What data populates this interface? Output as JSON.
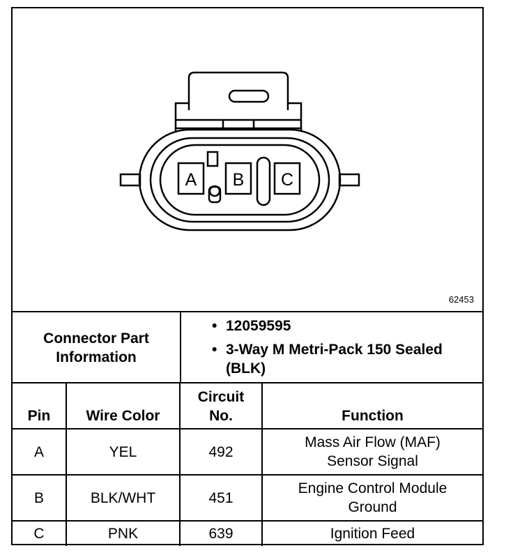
{
  "figure_number": "62453",
  "connector_pins": [
    "A",
    "B",
    "C"
  ],
  "connector_info": {
    "label_line1": "Connector Part",
    "label_line2": "Information",
    "items": [
      "12059595",
      "3-Way M Metri-Pack 150 Sealed (BLK)"
    ]
  },
  "table": {
    "headers": {
      "pin": "Pin",
      "wire_color": "Wire Color",
      "circuit_line1": "Circuit",
      "circuit_line2": "No.",
      "function": "Function"
    },
    "rows": [
      {
        "pin": "A",
        "wire_color": "YEL",
        "circuit": "492",
        "function_line1": "Mass Air Flow (MAF)",
        "function_line2": "Sensor Signal"
      },
      {
        "pin": "B",
        "wire_color": "BLK/WHT",
        "circuit": "451",
        "function_line1": "Engine Control Module",
        "function_line2": "Ground"
      },
      {
        "pin": "C",
        "wire_color": "PNK",
        "circuit": "639",
        "function_line1": "Ignition Feed",
        "function_line2": ""
      }
    ]
  }
}
